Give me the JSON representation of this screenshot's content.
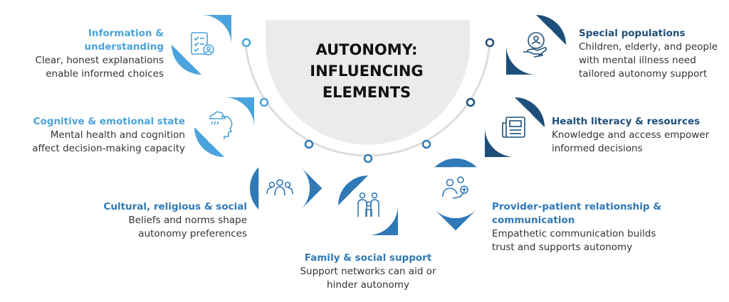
{
  "title": {
    "line1": "AUTONOMY:",
    "line2": "INFLUENCING",
    "line3": "ELEMENTS"
  },
  "colors": {
    "light_blue": "#4aa3dc",
    "mid_blue": "#2f79b7",
    "dark_blue": "#1e4f7a",
    "arc_gray": "#dddddd",
    "dome_gray": "#ebebeb"
  },
  "elements": [
    {
      "heading": "Information & understanding",
      "lines": [
        "Clear, honest explanations",
        "enable informed choices"
      ],
      "icon": "checklist-person-icon",
      "color": "light_blue"
    },
    {
      "heading": "Cognitive & emotional state",
      "lines": [
        "Mental health and cognition",
        "affect decision-making capacity"
      ],
      "icon": "head-rain-cloud-icon",
      "color": "light_blue"
    },
    {
      "heading": "Cultural, religious & social",
      "lines": [
        "Beliefs and norms shape",
        "autonomy preferences"
      ],
      "icon": "group-people-icon",
      "color": "mid_blue"
    },
    {
      "heading": "Family & social support",
      "lines": [
        "Support networks can aid or",
        "hinder autonomy"
      ],
      "icon": "family-icon",
      "color": "mid_blue"
    },
    {
      "heading": "Provider-patient relationship &",
      "heading2": "communication",
      "lines": [
        "Empathetic communication builds",
        "trust and supports autonomy"
      ],
      "icon": "doctor-patient-icon",
      "color": "mid_blue"
    },
    {
      "heading": "Health literacy & resources",
      "lines": [
        "Knowledge and access empower",
        "informed decisions"
      ],
      "icon": "newspaper-icon",
      "color": "dark_blue"
    },
    {
      "heading": "Special populations",
      "lines": [
        "Children, elderly, and people",
        "with mental illness need",
        "tailored autonomy support"
      ],
      "icon": "hand-person-icon",
      "color": "dark_blue"
    }
  ]
}
